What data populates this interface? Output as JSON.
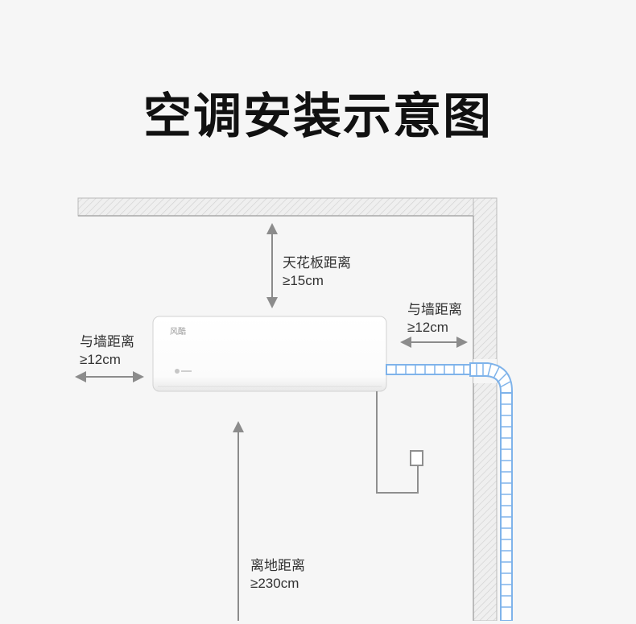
{
  "title": "空调安装示意图",
  "brand_mark": "风酷",
  "labels": {
    "ceiling": {
      "name": "天花板距离",
      "value": "≥15cm"
    },
    "wall_left": {
      "name": "与墙距离",
      "value": "≥12cm"
    },
    "wall_right": {
      "name": "与墙距离",
      "value": "≥12cm"
    },
    "floor": {
      "name": "离地距离",
      "value": "≥230cm"
    }
  },
  "colors": {
    "background": "#f6f6f6",
    "wall": "#bdbdbd",
    "hatch": "#d6d6d6",
    "pipe": "#7fb3ea",
    "arrow": "#8c8c8c",
    "unit": "#ffffff"
  }
}
